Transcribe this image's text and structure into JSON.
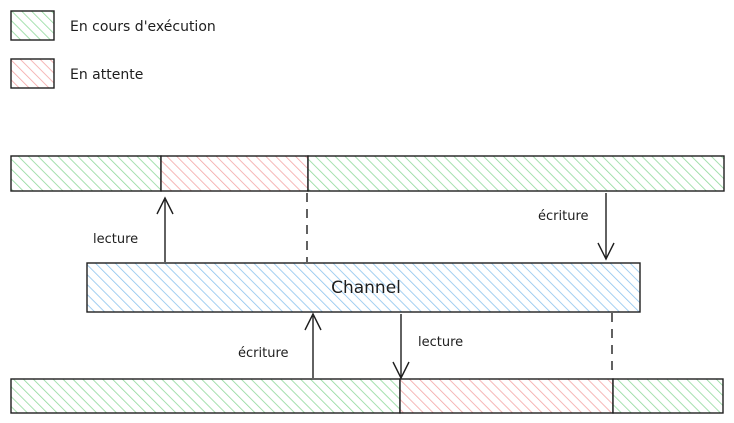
{
  "legend": {
    "running": {
      "label": "En cours d'exécution",
      "fill": "#b2f2bb",
      "stroke": "#2f9e44"
    },
    "waiting": {
      "label": "En attente",
      "fill": "#ffc9c9",
      "stroke": "#e03131"
    }
  },
  "channel": {
    "label": "Channel",
    "fill": "#a5d8ff",
    "stroke": "#1971c2"
  },
  "arrows": {
    "top_read": "lecture",
    "top_write": "écriture",
    "bottom_write": "écriture",
    "bottom_read": "lecture"
  },
  "colors": {
    "stroke": "#1e1e1e",
    "background": "#ffffff"
  }
}
